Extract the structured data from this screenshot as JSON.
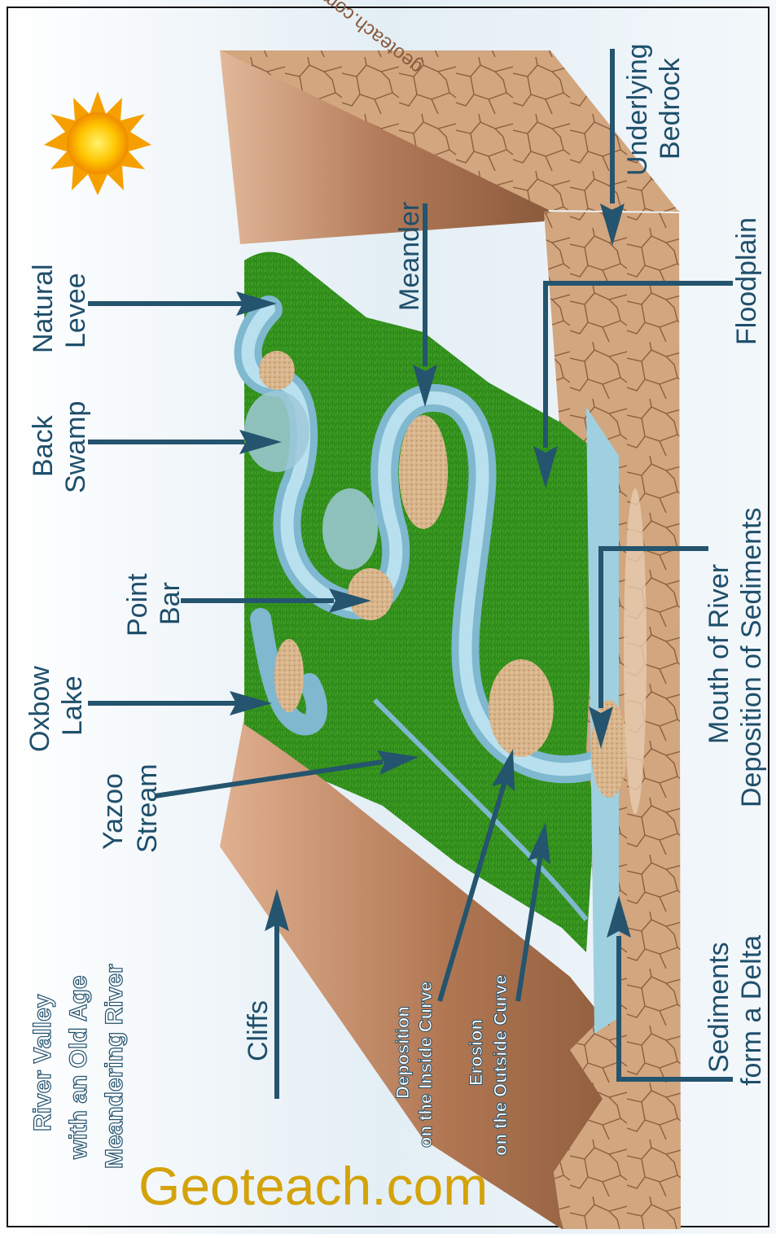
{
  "title": {
    "line1": "River Valley",
    "line2": "with an Old Age",
    "line3": "Meandering River"
  },
  "watermark": "Geoteach.com",
  "slab_watermark": "geoteach.com",
  "labels": {
    "natural_levee": [
      "Natural",
      "Levee"
    ],
    "back_swamp": [
      "Back",
      "Swamp"
    ],
    "point_bar": [
      "Point",
      "Bar"
    ],
    "oxbow_lake": [
      "Oxbow",
      "Lake"
    ],
    "yazoo_stream": [
      "Yazoo",
      "Stream"
    ],
    "cliffs": "Cliffs",
    "deposition_inside": [
      "Deposition",
      "on the Inside Curve"
    ],
    "erosion_outside": [
      "Erosion",
      "on the Outside Curve"
    ],
    "meander": "Meander",
    "underlying_bedrock": [
      "Underlying",
      "Bedrock"
    ],
    "floodplain": "Floodplain",
    "mouth_of_river": [
      "Mouth of River",
      "Deposition of Sediments"
    ],
    "sediments_delta": [
      "Sediments",
      "form a Delta"
    ]
  },
  "colors": {
    "grass": "#2e8a1a",
    "water": "#8cc4d8",
    "sand": "#d8b48c",
    "rock": "#caa07a",
    "arrow": "#24546e",
    "label": "#1f4f6b",
    "watermark": "#d4a20a",
    "sun": "#f5b800"
  },
  "icons": {
    "sun": "sun-icon"
  }
}
